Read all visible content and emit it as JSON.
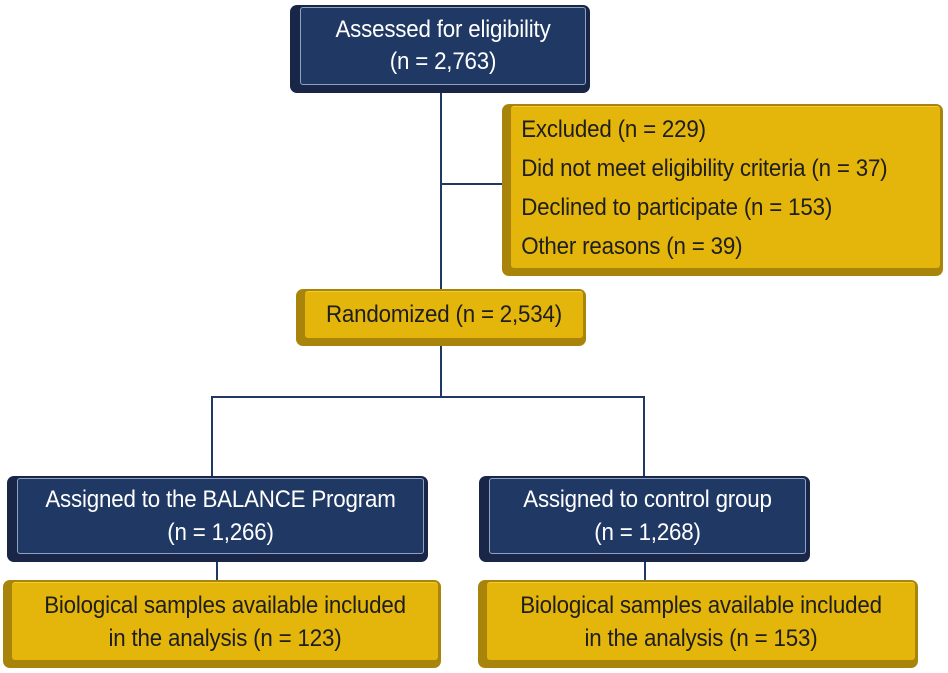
{
  "diagram": {
    "type": "consort-flow",
    "background": "#ffffff",
    "colors": {
      "navy_fill": "#203864",
      "navy_bevel": "#1a2647",
      "navy_outline": "#8ea3c4",
      "gold_fill": "#e4b50b",
      "gold_bevel": "#a9840a",
      "text_on_navy": "#ffffff",
      "text_on_gold": "#1e1e1e",
      "connector": "#1f3864"
    }
  },
  "boxes": {
    "assessed": {
      "lines": [
        "Assessed for eligibility",
        "(n = 2,763)"
      ]
    },
    "excluded": {
      "lines": [
        "Excluded (n = 229)",
        "Did not meet eligibility criteria (n = 37)",
        "Declined to participate (n = 153)",
        "Other reasons (n = 39)"
      ]
    },
    "randomized": {
      "lines": [
        "Randomized (n = 2,534)"
      ]
    },
    "assigned_balance": {
      "lines": [
        "Assigned to the BALANCE Program",
        "(n = 1,266)"
      ]
    },
    "assigned_control": {
      "lines": [
        "Assigned to control group",
        "(n = 1,268)"
      ]
    },
    "analysis_balance": {
      "lines": [
        "Biological samples available included",
        "in the analysis (n = 123)"
      ]
    },
    "analysis_control": {
      "lines": [
        "Biological samples available included",
        "in the analysis (n = 153)"
      ]
    }
  }
}
